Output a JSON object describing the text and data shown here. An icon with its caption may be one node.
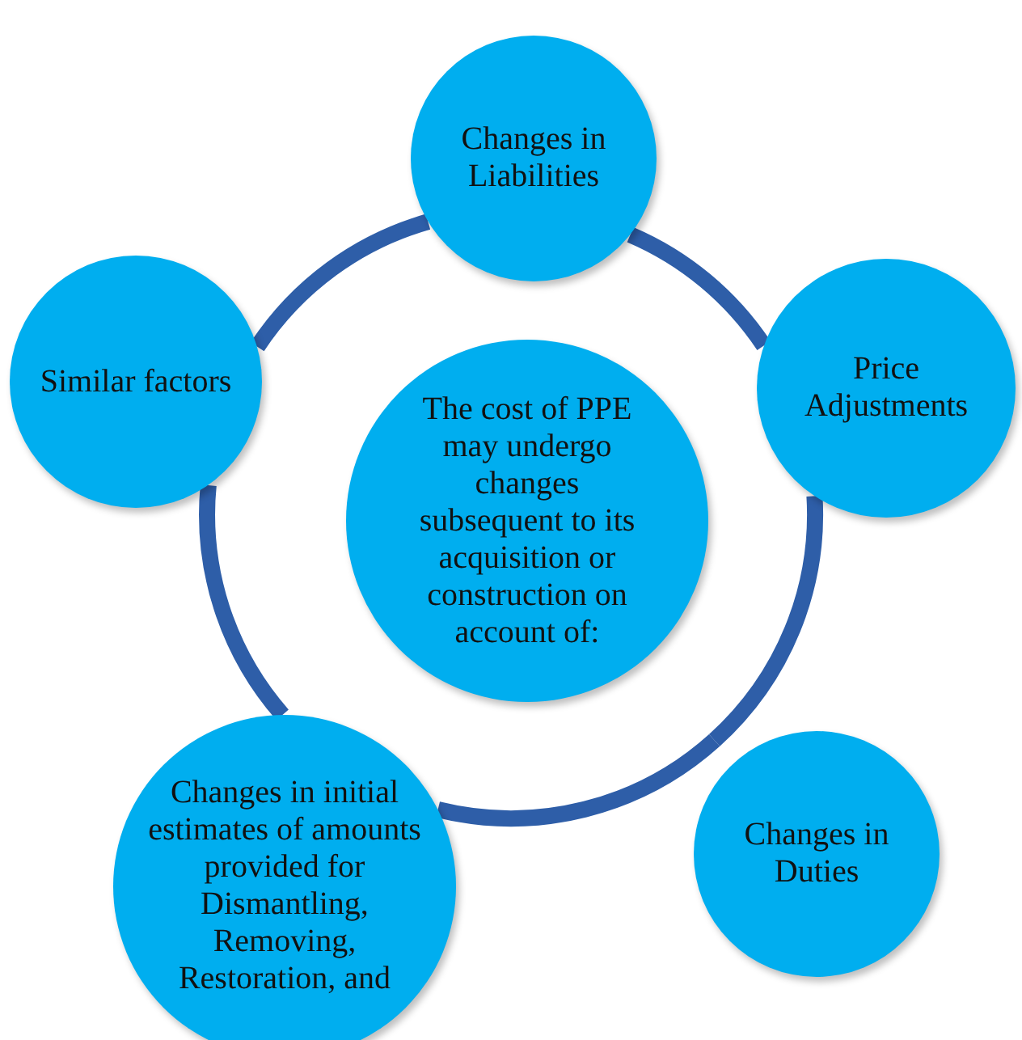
{
  "diagram": {
    "nodes": [
      {
        "text": [
          "The cost of PPE may undergo changes subsequent to its acquisition or construction on account of:"
        ]
      },
      {
        "text": [
          "Changes in Liabilities"
        ]
      },
      {
        "text": [
          "Price Adjustments"
        ]
      },
      {
        "text": [
          "Changes in Duties"
        ]
      },
      {
        "text": [
          "Changes in initial estimates of amounts provided for Dismantling, Removing, Restoration, and"
        ]
      },
      {
        "text": [
          "Similar factors"
        ]
      }
    ],
    "edges": [
      {
        "from": 1,
        "to": 2,
        "arrow": "none"
      },
      {
        "from": 2,
        "to": 3,
        "arrow": "none"
      },
      {
        "from": 3,
        "to": 4,
        "arrow": "none"
      },
      {
        "from": 4,
        "to": 5,
        "arrow": "none"
      },
      {
        "from": 5,
        "to": 1,
        "arrow": "none"
      }
    ]
  }
}
